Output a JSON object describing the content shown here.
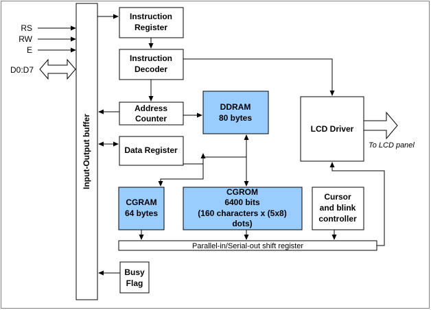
{
  "signals": {
    "rs": "RS",
    "rw": "RW",
    "e": "E",
    "data_bus": "D0:D7"
  },
  "io_buffer": {
    "label": "Input-Output buffer"
  },
  "blocks": {
    "instruction_register": {
      "line1": "Instruction",
      "line2": "Register"
    },
    "instruction_decoder": {
      "line1": "Instruction",
      "line2": "Decoder"
    },
    "address_counter": {
      "line1": "Address",
      "line2": "Counter"
    },
    "ddram": {
      "line1": "DDRAM",
      "line2": "80 bytes"
    },
    "data_register": {
      "line1": "Data Register"
    },
    "lcd_driver": {
      "line1": "LCD Driver"
    },
    "cgram": {
      "line1": "CGRAM",
      "line2": "64 bytes"
    },
    "cgrom": {
      "line1": "CGROM",
      "line2": "6400 bits",
      "line3": "(160 characters x (5x8)",
      "line4": "dots)"
    },
    "cursor_blink": {
      "line1": "Cursor",
      "line2": "and blink",
      "line3": "controller"
    },
    "shift_register": {
      "line1": "Parallel-in/Serial-out shift register"
    },
    "busy_flag": {
      "line1": "Busy",
      "line2": "Flag"
    }
  },
  "output": {
    "label": "To LCD panel"
  },
  "colors": {
    "memory_fill": "#99ccff",
    "frame": "#7f7f7f",
    "line": "#000000"
  }
}
